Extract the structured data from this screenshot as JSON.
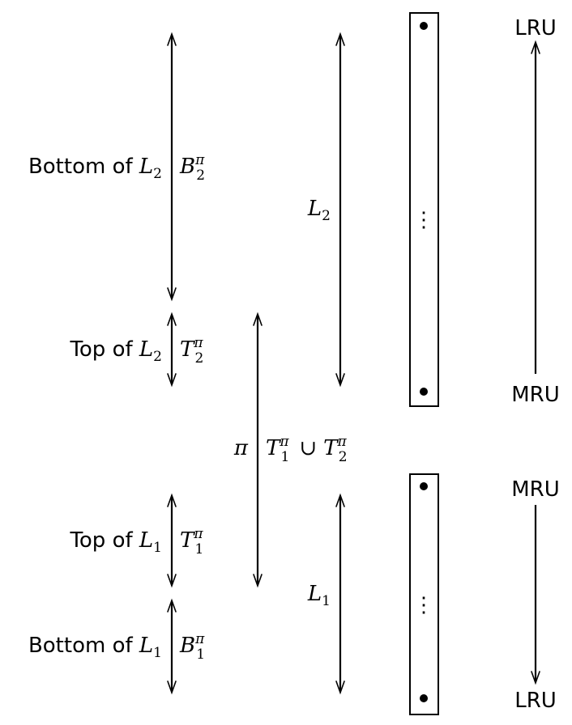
{
  "left_column": {
    "bottom_of_l2": "Bottom of ",
    "top_of_l2": "Top of ",
    "top_of_l1": "Top of ",
    "bottom_of_l1": "Bottom of "
  },
  "symbols": {
    "L": "L",
    "B": "B",
    "T": "T",
    "pi": "π",
    "union": "∪",
    "one": "1",
    "two": "2"
  },
  "cache_labels": {
    "upper_top": "LRU",
    "upper_bottom": "MRU",
    "lower_top": "MRU",
    "lower_bottom": "LRU"
  },
  "vertical_ellipsis": "⋮"
}
